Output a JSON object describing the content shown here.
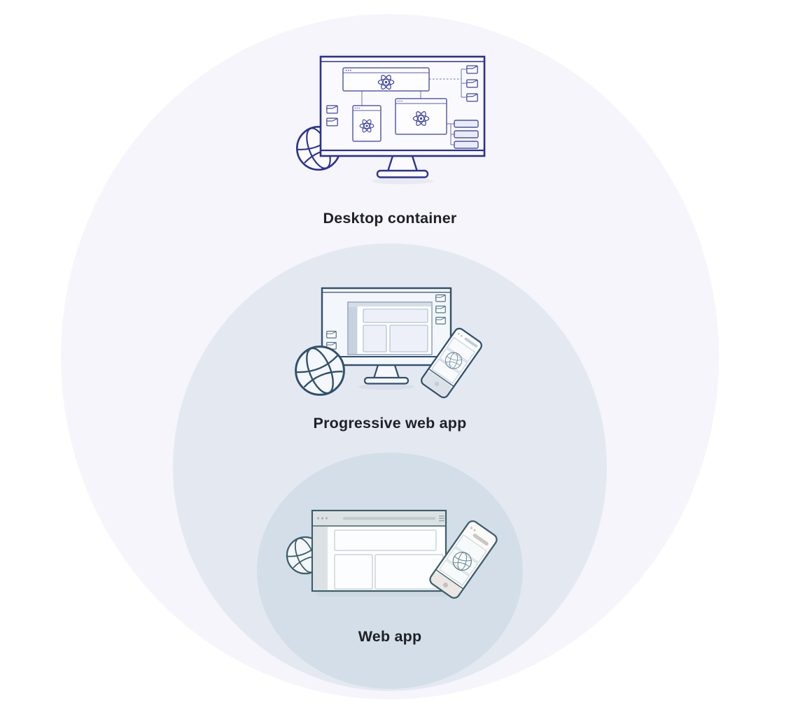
{
  "diagram": {
    "type": "nested-circles-architecture",
    "layers": [
      {
        "id": "desktop-container",
        "label": "Desktop container",
        "circle_color": "#f5f5fb",
        "stroke_color": "#2d3190",
        "illustration": "desktop-monitor-with-atom-windows",
        "icons": [
          "monitor-icon",
          "globe-icon",
          "atom-icon",
          "folder-icon",
          "stacked-list-icon",
          "window-icon"
        ]
      },
      {
        "id": "progressive-web-app",
        "label": "Progressive web app",
        "circle_color": "#e4e9f1",
        "stroke_color": "#31506e",
        "illustration": "desktop-monitor-with-app-window-and-smartphone",
        "icons": [
          "monitor-icon",
          "globe-icon",
          "folder-icon",
          "smartphone-icon",
          "app-window-icon"
        ]
      },
      {
        "id": "web-app",
        "label": "Web app",
        "circle_color": "#d3dee8",
        "stroke_color": "#3b5e6a",
        "illustration": "browser-window-with-globe-and-smartphone",
        "icons": [
          "browser-icon",
          "globe-icon",
          "smartphone-icon",
          "hamburger-menu-icon"
        ]
      }
    ]
  },
  "palette": {
    "background": "#ffffff",
    "outer_circle": "#f5f5fb",
    "middle_circle": "#e4e9f1",
    "inner_circle": "#d3dee8",
    "label_text": "#1f2126"
  }
}
